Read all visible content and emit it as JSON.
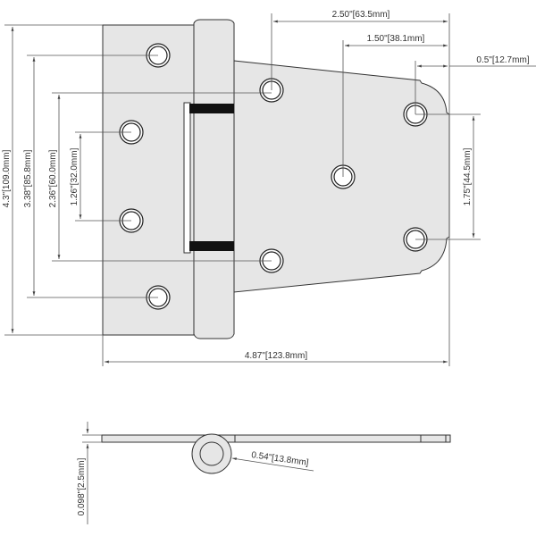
{
  "title": "T-Strap Hinge Dimension Drawing",
  "dimensions": {
    "overall_height": "4.3\"[109.0mm]",
    "outer_hole_spacing": "3.38\"[85.8mm]",
    "strap_hole_spacing": "2.36\"[60.0mm]",
    "inner_hole_spacing": "1.26\"[32.0mm]",
    "strap_hole_to_end": "2.50\"[63.5mm]",
    "center_hole_to_end": "1.50\"[38.1mm]",
    "end_hole_to_end": "0.5\"[12.7mm]",
    "end_hole_spacing": "1.75\"[44.5mm]",
    "overall_width": "4.87\"[123.8mm]",
    "thickness": "0.098\"[2.5mm]",
    "knuckle_diameter": "0.54\"[13.8mm]"
  }
}
